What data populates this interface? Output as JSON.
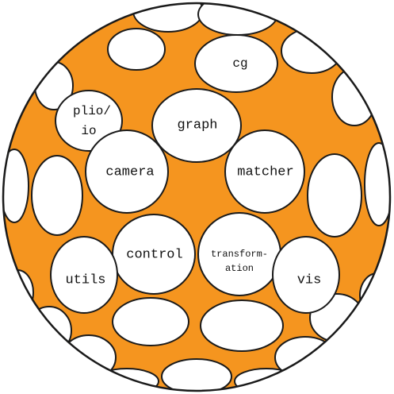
{
  "colors": {
    "ball_fill": "#f5951f",
    "cell_fill": "#ffffff",
    "outline": "#1a1a1a",
    "text": "#111111"
  },
  "modules": {
    "cg": "cg",
    "plio_io_line1": "plio/",
    "plio_io_line2": "io",
    "graph": "graph",
    "camera": "camera",
    "matcher": "matcher",
    "control": "control",
    "transformation_line1": "transform-",
    "transformation_line2": "ation",
    "utils": "utils",
    "vis": "vis"
  }
}
